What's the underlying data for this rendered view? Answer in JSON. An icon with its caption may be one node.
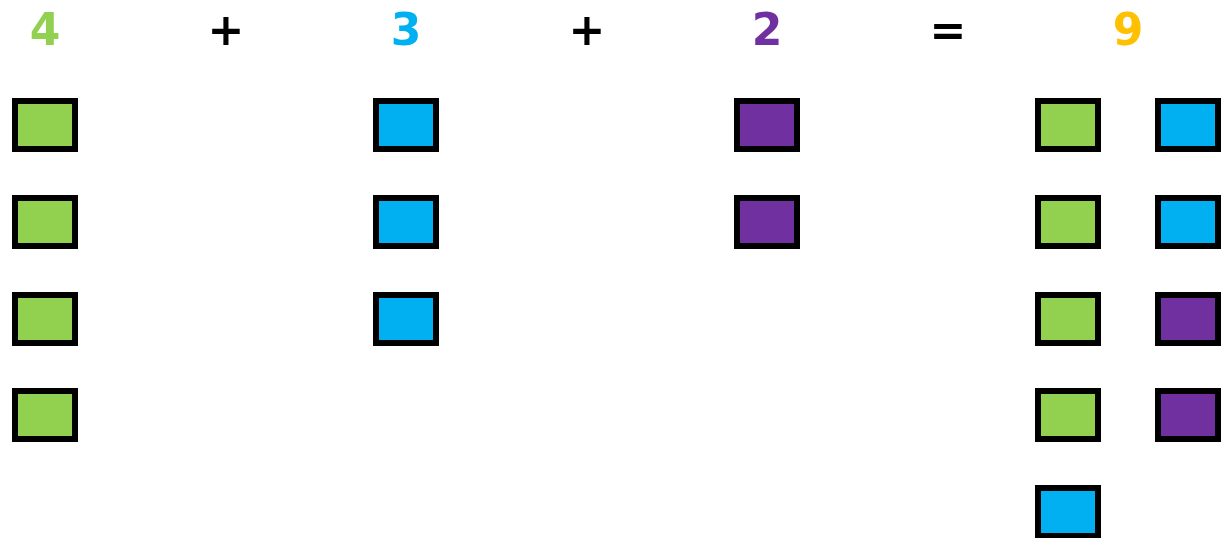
{
  "diagram": {
    "nodes": [
      {
        "text": [],
        "shape": "box"
      },
      {
        "text": [],
        "shape": "box"
      },
      {
        "text": [],
        "shape": "box"
      },
      {
        "text": [],
        "shape": "box"
      },
      {
        "text": [],
        "shape": "box"
      },
      {
        "text": [],
        "shape": "box"
      },
      {
        "text": [],
        "shape": "box"
      },
      {
        "text": [],
        "shape": "box"
      },
      {
        "text": [],
        "shape": "box"
      },
      {
        "text": [],
        "shape": "box"
      },
      {
        "text": [],
        "shape": "box"
      },
      {
        "text": [],
        "shape": "box"
      },
      {
        "text": [],
        "shape": "box"
      },
      {
        "text": [],
        "shape": "box"
      },
      {
        "text": [],
        "shape": "box"
      },
      {
        "text": [],
        "shape": "box"
      },
      {
        "text": [],
        "shape": "box"
      },
      {
        "text": [],
        "shape": "box"
      }
    ],
    "labels": [
      "4",
      "+",
      "3",
      "+",
      "2",
      "=",
      "9"
    ]
  }
}
